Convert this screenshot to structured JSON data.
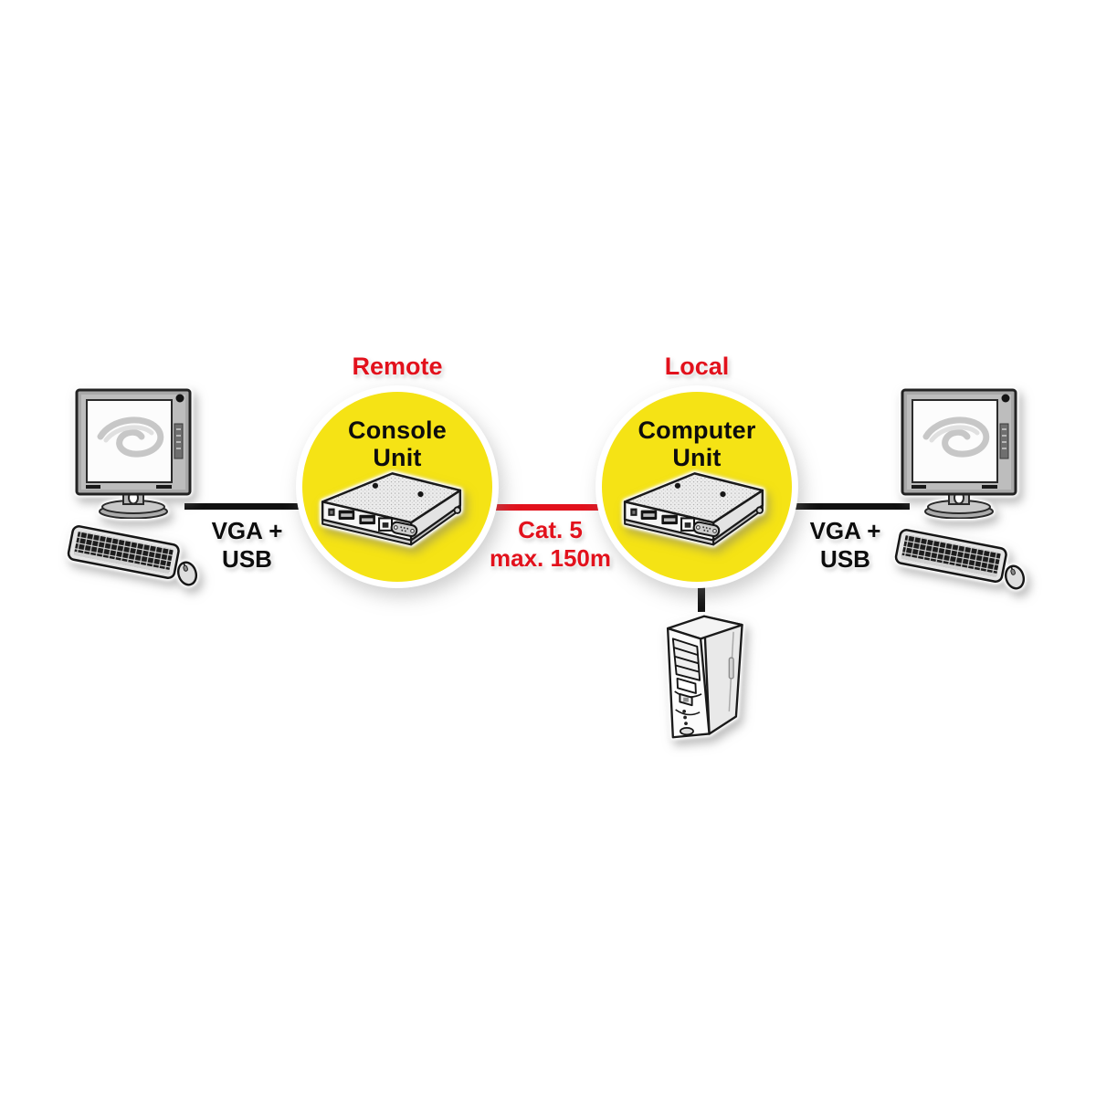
{
  "colors": {
    "accent_yellow": "#F5E315",
    "accent_red": "#E2111C",
    "cable_black": "#111111"
  },
  "nodes": {
    "remote": {
      "tag": "Remote",
      "title_line1": "Console",
      "title_line2": "Unit",
      "device_icon": "kvm-extender-icon"
    },
    "local": {
      "tag": "Local",
      "title_line1": "Computer",
      "title_line2": "Unit",
      "device_icon": "kvm-extender-icon"
    }
  },
  "cables": {
    "left": {
      "label_line1": "VGA +",
      "label_line2": "USB"
    },
    "trunk": {
      "label_line1": "Cat. 5",
      "label_line2": "max. 150m"
    },
    "right": {
      "label_line1": "VGA +",
      "label_line2": "USB"
    }
  },
  "peripherals": {
    "left_monitor_icon": "monitor-icon",
    "left_keyboard_icon": "keyboard-mouse-icon",
    "right_monitor_icon": "monitor-icon",
    "right_keyboard_icon": "keyboard-mouse-icon",
    "computer_icon": "pc-tower-icon"
  }
}
